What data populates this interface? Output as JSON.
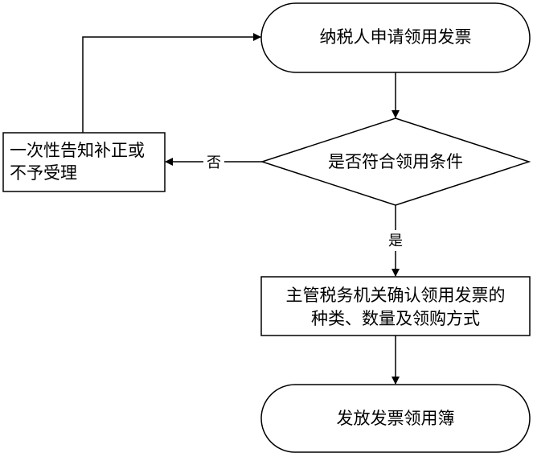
{
  "nodes": {
    "start": "纳税人申请领用发票",
    "decision": "是否符合领用条件",
    "reject_line1": "一次性告知补正或",
    "reject_line2": "不予受理",
    "process_line1": "主管税务机关确认领用发票的",
    "process_line2": "种类、数量及领购方式",
    "end": "发放发票领用簿"
  },
  "edges": {
    "no_label": "否",
    "yes_label": "是"
  }
}
